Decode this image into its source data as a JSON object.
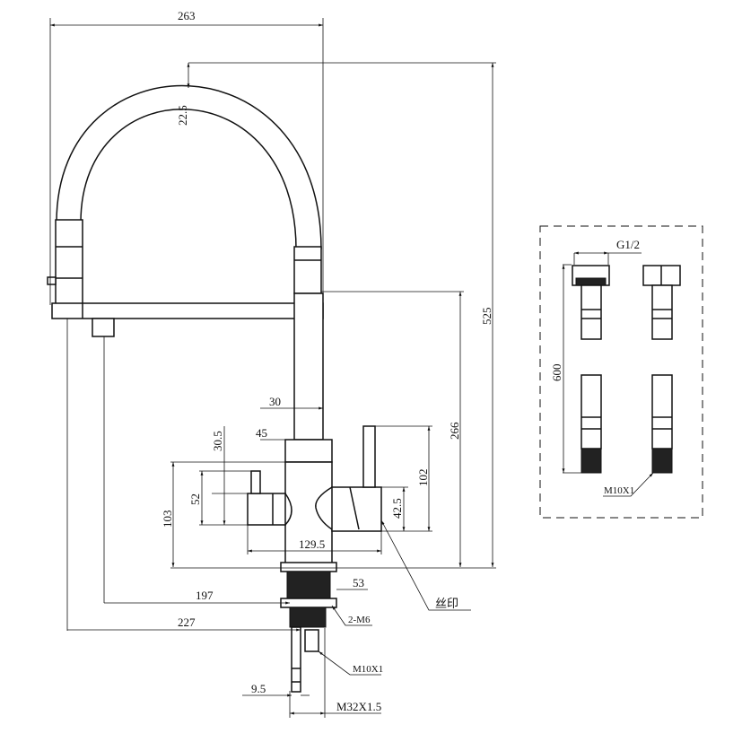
{
  "drawing": {
    "dimensions": {
      "total_reach": "263",
      "hose_diameter": "22.5",
      "total_height": "525",
      "spout_height": "266",
      "column_width": "30",
      "body_width": "45",
      "handle_offset": "30.5",
      "body_height": "103",
      "handle_height": "52",
      "handle_span": "129.5",
      "lever_height": "102",
      "mixer_height": "42.5",
      "base_diameter": "53",
      "nozzle_reach": "197",
      "sprayer_reach": "227",
      "pipe_diameter": "9.5"
    },
    "callouts": {
      "print_mark": "丝印",
      "mount_bolts": "2-M6",
      "inlet_thread": "M10X1",
      "shank_thread": "M32X1.5"
    },
    "hose_detail": {
      "nut_thread": "G1/2",
      "hose_length": "600",
      "end_thread": "M10X1"
    }
  }
}
